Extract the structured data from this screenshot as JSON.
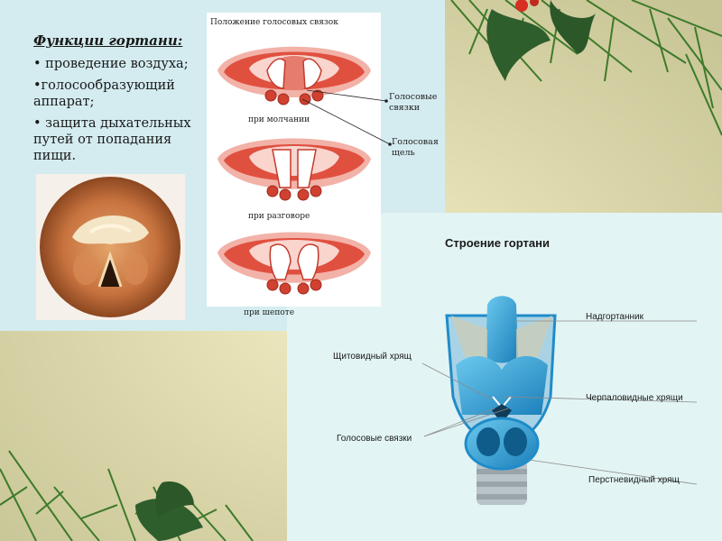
{
  "functions": {
    "title": "Функции гортани:",
    "items": [
      "• проведение воздуха;",
      "•голосообразующий аппарат;",
      "• защита дыхательных путей от попадания пищи."
    ]
  },
  "vocal_cords": {
    "title": "Положение голосовых  связок",
    "states": [
      "при молчании",
      "при разговоре",
      "при шепоте"
    ],
    "annotations": {
      "folds": "Голосовые связки",
      "glottis": "Голосовая щель"
    }
  },
  "structure": {
    "title": "Строение гортани",
    "labels": {
      "epiglottis": "Надгортанник",
      "thyroid": "Щитовидный хрящ",
      "arytenoid": "Черпаловидные хрящи",
      "vocal_folds": "Голосовые связки",
      "cricoid": "Перстневидный хрящ"
    }
  },
  "colors": {
    "panel_left": "#d4ecf0",
    "panel_right": "#e3f4f4",
    "fold_red": "#e0503f",
    "cartilage_blue": "#2a9fd6"
  }
}
